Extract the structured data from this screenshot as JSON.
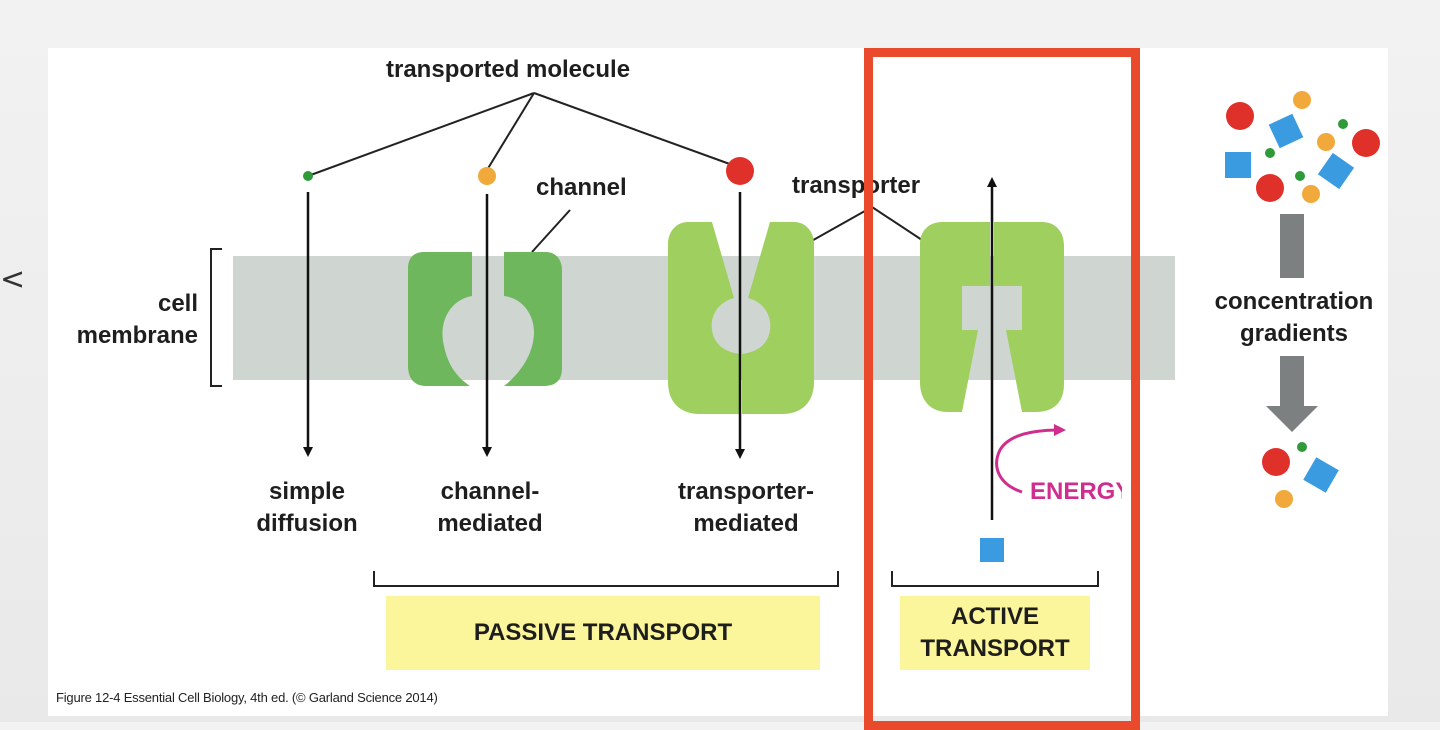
{
  "slide": {
    "edge_glyph": "<"
  },
  "labels": {
    "transported_molecule": "transported molecule",
    "channel": "channel",
    "transporter": "transporter",
    "cell_membrane_line1": "cell",
    "cell_membrane_line2": "membrane",
    "simple_diffusion_line1": "simple",
    "simple_diffusion_line2": "diffusion",
    "channel_mediated_line1": "channel-",
    "channel_mediated_line2": "mediated",
    "transporter_mediated_line1": "transporter-",
    "transporter_mediated_line2": "mediated",
    "energy": "ENERGY",
    "concentration_line1": "concentration",
    "concentration_line2": "gradients"
  },
  "groups": {
    "passive": "PASSIVE TRANSPORT",
    "active_line1": "ACTIVE",
    "active_line2": "TRANSPORT"
  },
  "caption": "Figure 12-4  Essential Cell Biology, 4th ed. (© Garland Science 2014)",
  "colors": {
    "membrane": "#cfd6d1",
    "channel_protein": "#6fb75c",
    "transporter_protein": "#9fcf5f",
    "small_molecule": "#2f9a3a",
    "medium_molecule": "#f0a93a",
    "large_molecule": "#e0302a",
    "square_molecule": "#3a9be0",
    "energy": "#cf2e8e",
    "highlight": "#e84a2b",
    "group_box": "#fbf69c"
  }
}
